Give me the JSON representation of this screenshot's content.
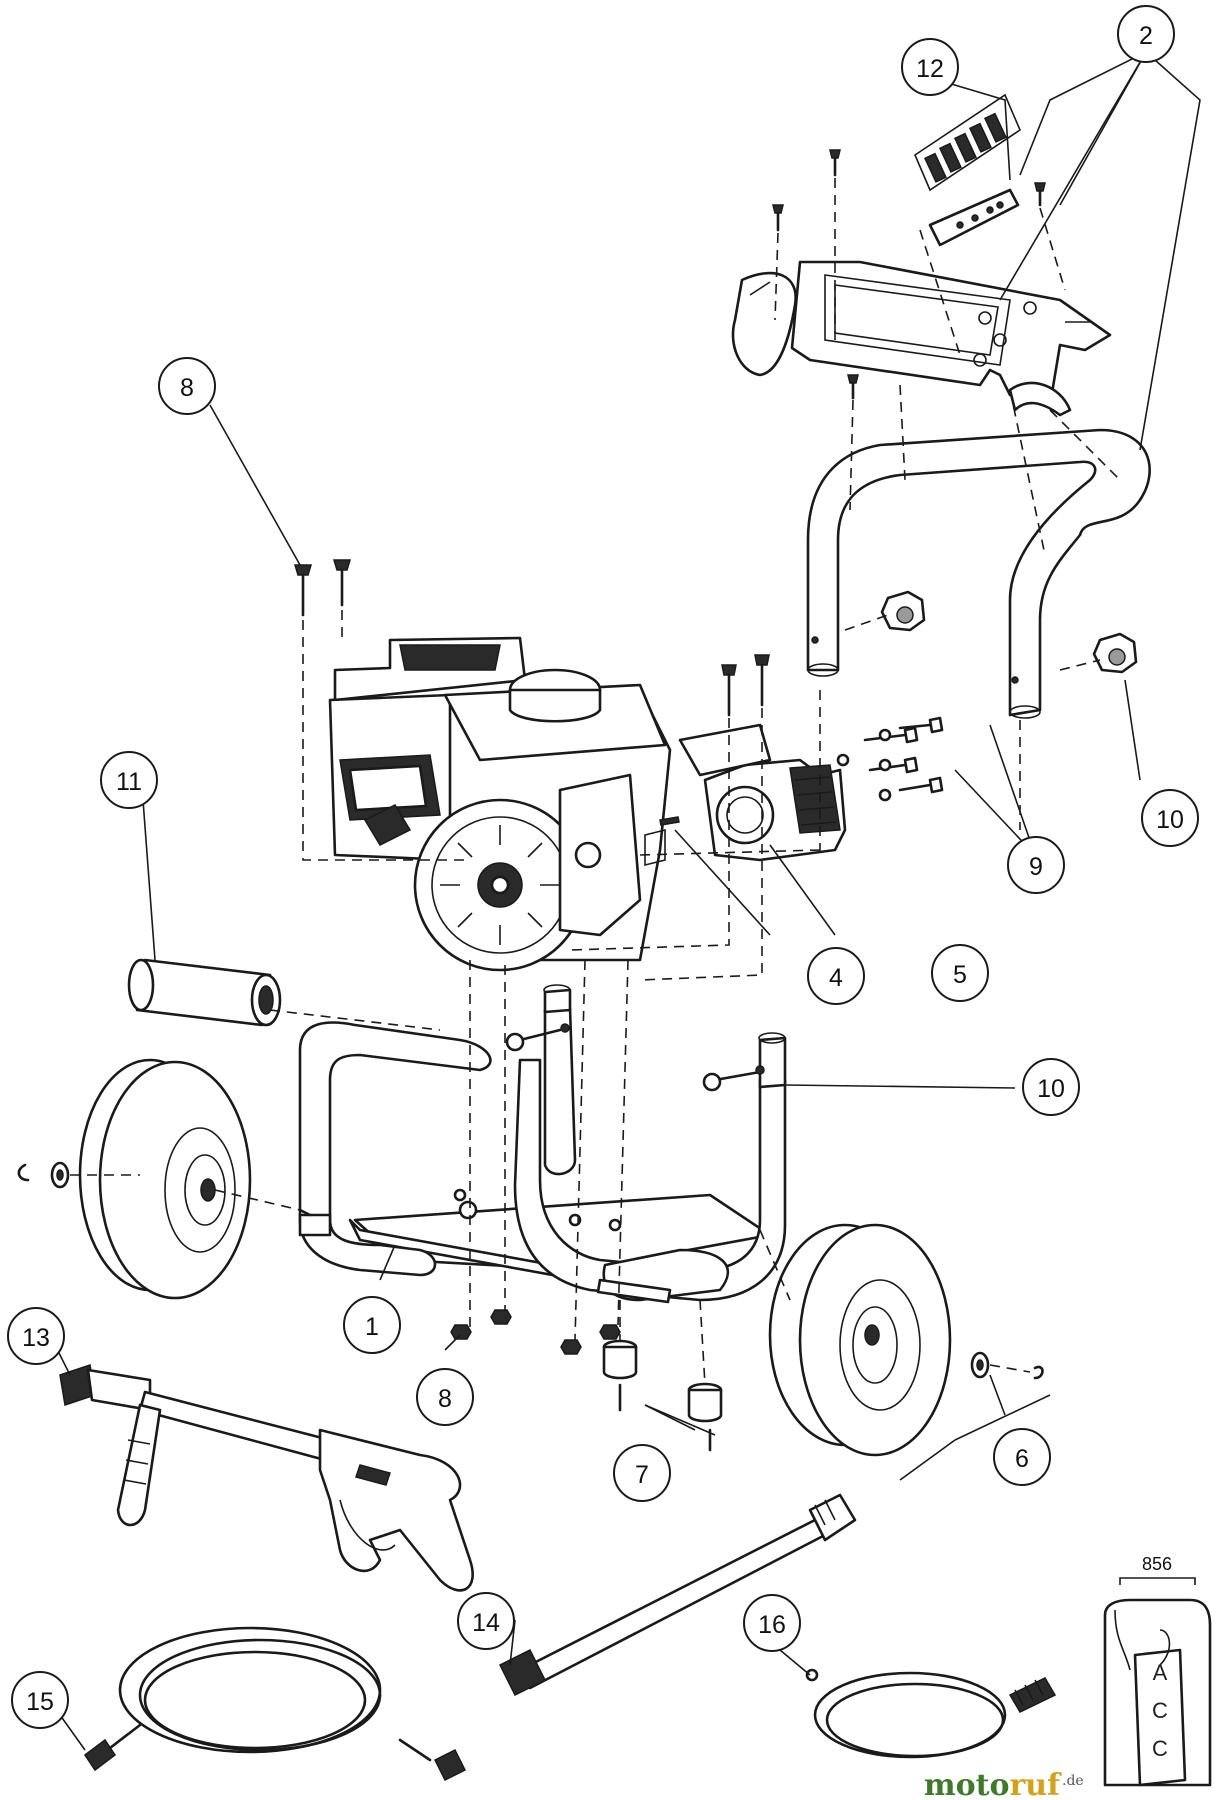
{
  "callouts": [
    {
      "id": "c1",
      "label": "1"
    },
    {
      "id": "c2",
      "label": "2"
    },
    {
      "id": "c4",
      "label": "4"
    },
    {
      "id": "c5",
      "label": "5"
    },
    {
      "id": "c6",
      "label": "6"
    },
    {
      "id": "c7",
      "label": "7"
    },
    {
      "id": "c8a",
      "label": "8"
    },
    {
      "id": "c8b",
      "label": "8"
    },
    {
      "id": "c9",
      "label": "9"
    },
    {
      "id": "c10a",
      "label": "10"
    },
    {
      "id": "c10b",
      "label": "10"
    },
    {
      "id": "c11",
      "label": "11"
    },
    {
      "id": "c12",
      "label": "12"
    },
    {
      "id": "c13",
      "label": "13"
    },
    {
      "id": "c14",
      "label": "14"
    },
    {
      "id": "c15",
      "label": "15"
    },
    {
      "id": "c16",
      "label": "16"
    }
  ],
  "accessory_box": {
    "number": "856",
    "letters": [
      "A",
      "C",
      "C"
    ]
  },
  "watermark": {
    "part1": "moto",
    "part2": "ruf",
    "suffix": ".de"
  }
}
